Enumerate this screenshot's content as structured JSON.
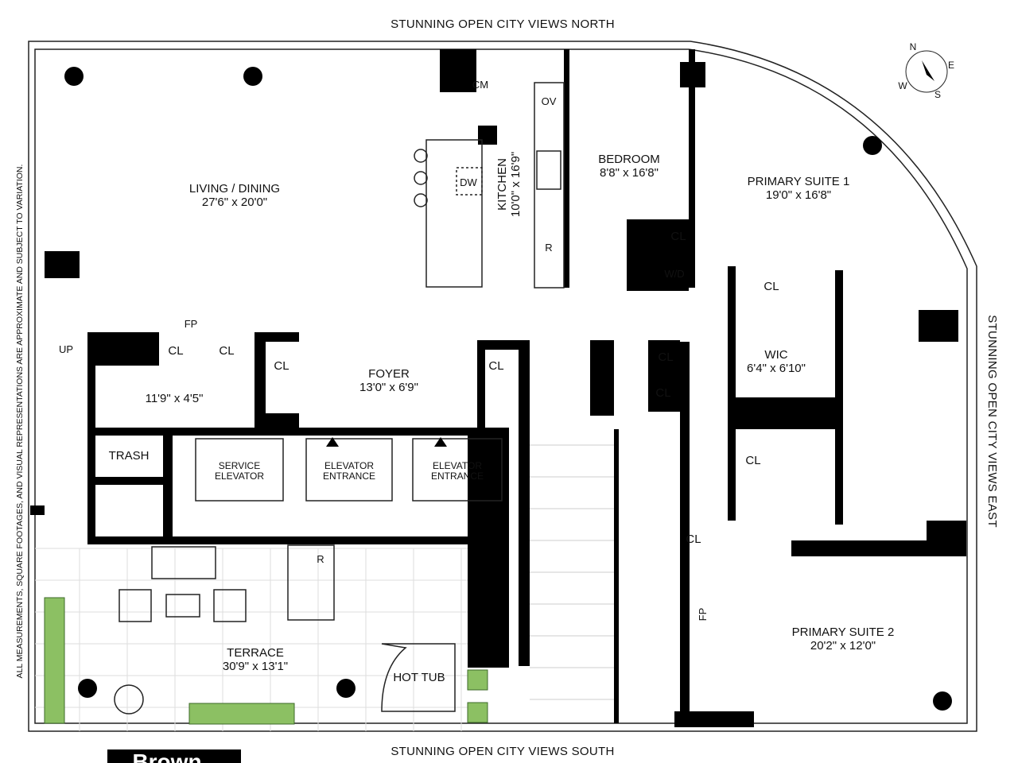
{
  "views": {
    "north": "STUNNING OPEN CITY VIEWS NORTH",
    "south": "STUNNING OPEN CITY VIEWS SOUTH",
    "east": "STUNNING OPEN CITY VIEWS EAST"
  },
  "disclaimer": "ALL MEASUREMENTS, SQUARE FOOTAGES, AND VISUAL REPRESENTATIONS ARE APPROXIMATE AND SUBJECT TO VARIATION.",
  "compass": {
    "n": "N",
    "e": "E",
    "s": "S",
    "w": "W"
  },
  "logo": "Brown",
  "rooms": {
    "living": {
      "name": "LIVING / DINING",
      "size": "27'6\" x 20'0\""
    },
    "kitchen": {
      "name": "KITCHEN",
      "size": "10'0\" x 16'9\""
    },
    "bedroom": {
      "name": "BEDROOM",
      "size": "8'8\" x 16'8\""
    },
    "primary1": {
      "name": "PRIMARY SUITE 1",
      "size": "19'0\" x 16'8\""
    },
    "wic": {
      "name": "WIC",
      "size": "6'4\" x 6'10\""
    },
    "foyer": {
      "name": "FOYER",
      "size": "13'0\" x 6'9\""
    },
    "hall": {
      "size": "11'9\" x 4'5\""
    },
    "primary2": {
      "name": "PRIMARY SUITE 2",
      "size": "20'2\" x 12'0\""
    },
    "terrace": {
      "name": "TERRACE",
      "size": "30'9\" x 13'1\""
    }
  },
  "fixtures": {
    "cm": "CM",
    "ov": "OV",
    "dw": "DW",
    "r": "R",
    "wd": "W/D",
    "fp": "FP",
    "cl": "CL",
    "up": "UP",
    "trash": "TRASH",
    "hot_tub": "HOT TUB",
    "service_elevator": [
      "SERVICE",
      "ELEVATOR"
    ],
    "elevator_entrance": [
      "ELEVATOR",
      "ENTRANCE"
    ]
  }
}
